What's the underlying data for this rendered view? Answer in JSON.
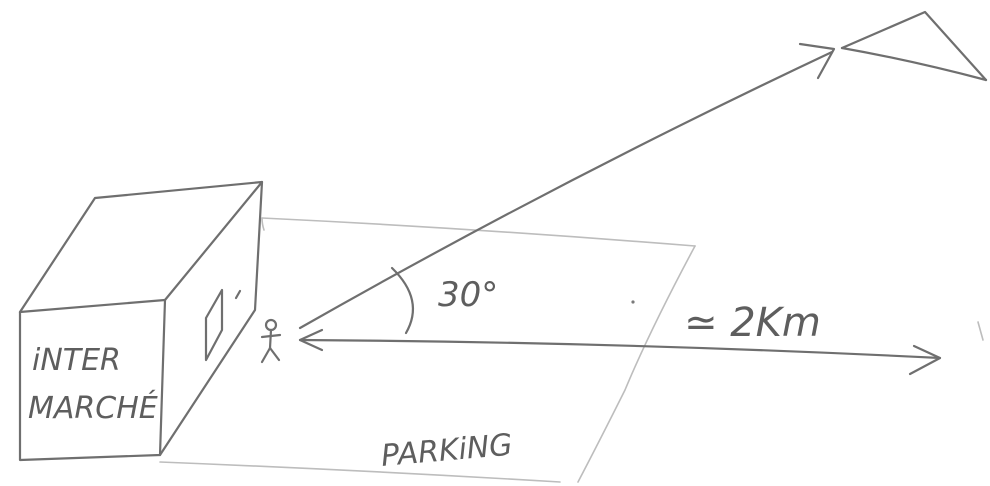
{
  "store": {
    "name_line1": "iNTER",
    "name_line2": "MARCHÉ"
  },
  "angle": {
    "label": "30°"
  },
  "distance": {
    "label": "≃ 2Km"
  },
  "area": {
    "label": "PARKiNG"
  },
  "colors": {
    "pencil": "#6f6f6f",
    "faint": "#bdbdbd"
  }
}
